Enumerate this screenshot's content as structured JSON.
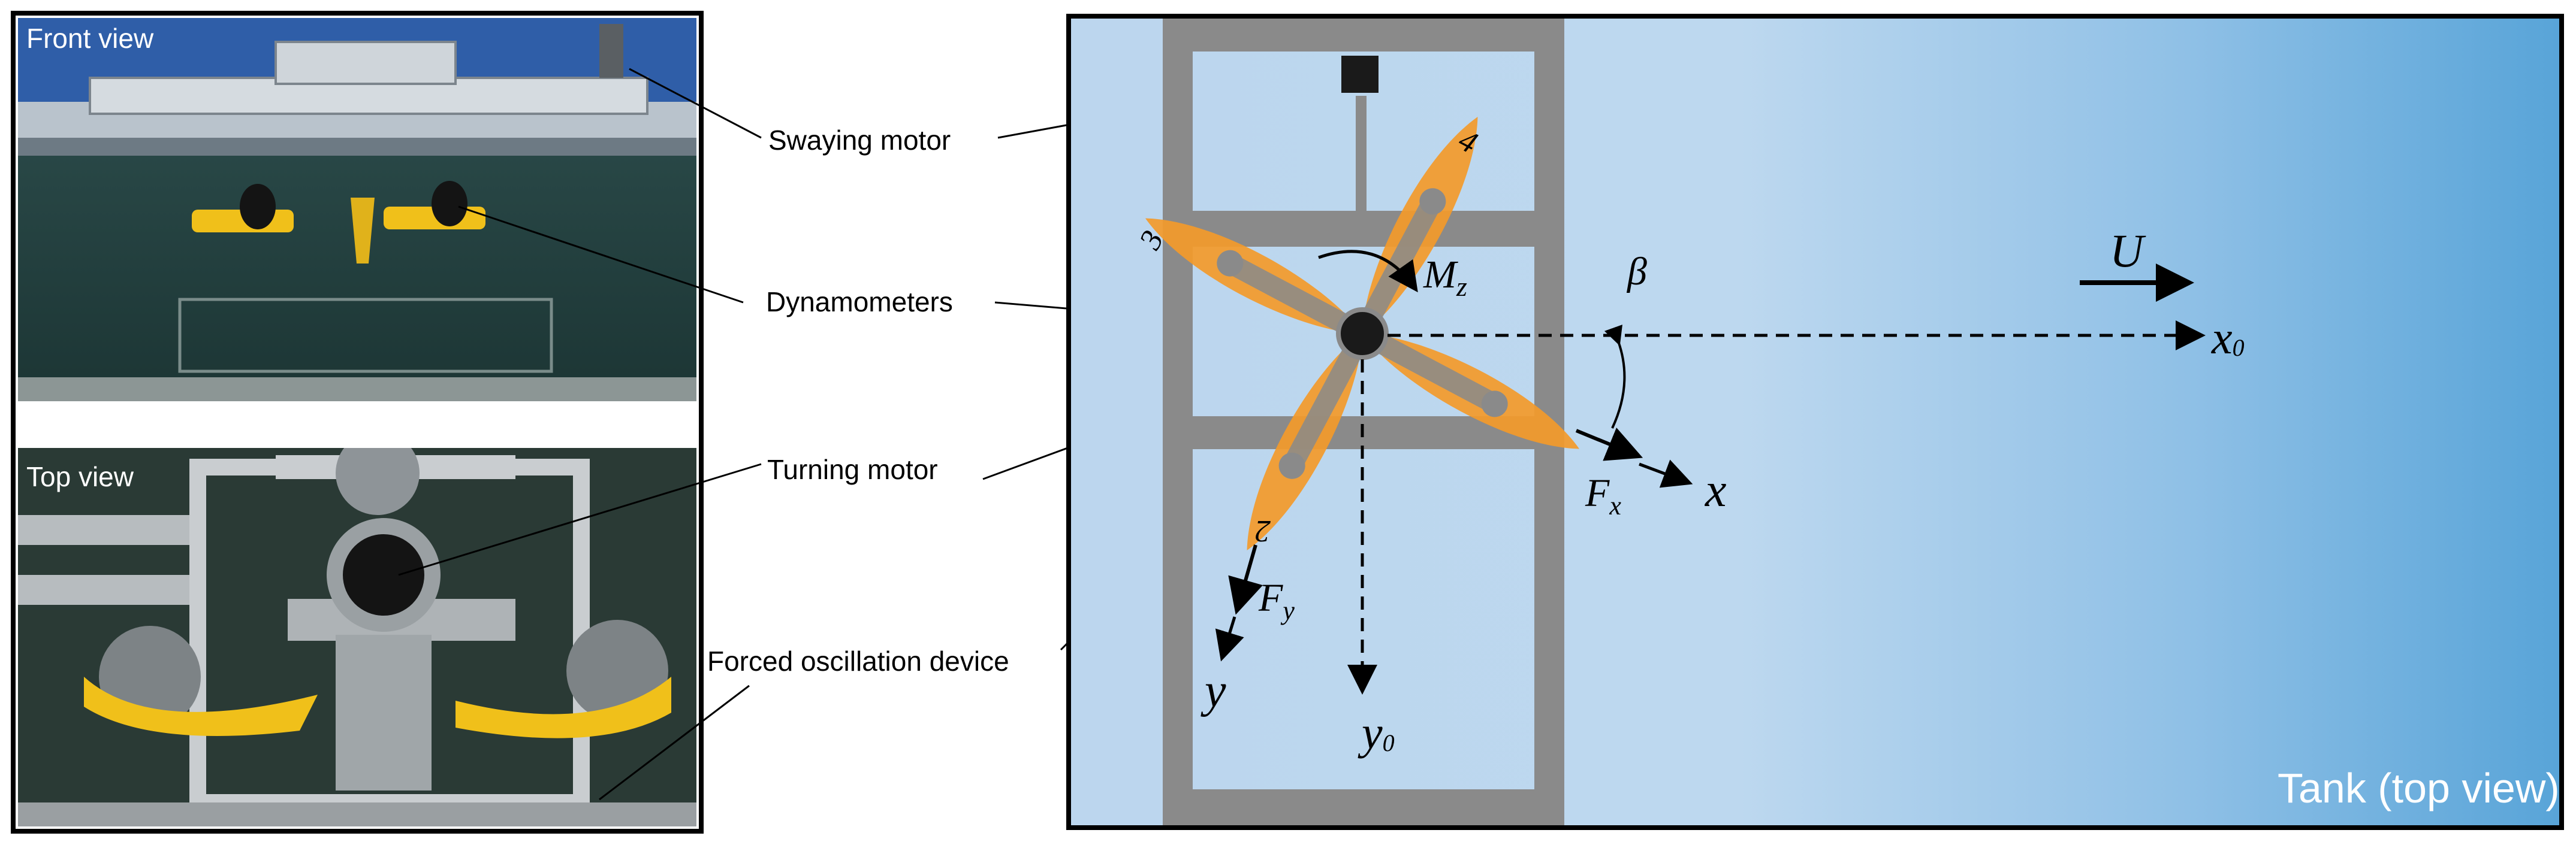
{
  "photos": {
    "front_label": "Front view",
    "top_label": "Top view"
  },
  "callouts": {
    "swaying_motor": "Swaying motor",
    "dynamometers": "Dynamometers",
    "turning_motor": "Turning motor",
    "forced_oscillation": "Forced oscillation device"
  },
  "diagram": {
    "tank_label": "Tank (top view)",
    "symbols": {
      "Mz_main": "M",
      "Mz_sub": "z",
      "beta": "β",
      "U": "U",
      "x0_main": "x",
      "x0_sub": "0",
      "Fx_main": "F",
      "Fx_sub": "x",
      "x": "x",
      "Fy_main": "F",
      "Fy_sub": "y",
      "y": "y",
      "y0_main": "y",
      "y0_sub": "0"
    },
    "blade_numbers": [
      "2",
      "3",
      "4"
    ]
  },
  "colors": {
    "water_light": "#bcd6ee",
    "water_dark": "#5aa4d6",
    "frame": "#8a8a8a",
    "blade": "#f39a2a",
    "photo_water": "#26413f"
  }
}
